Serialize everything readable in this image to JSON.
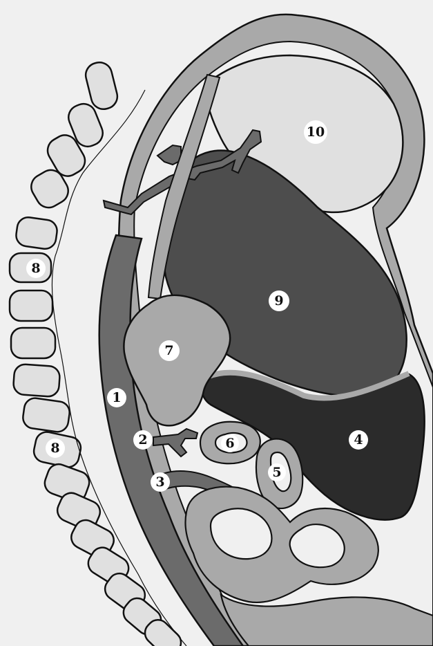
{
  "labels": {
    "l1": "1",
    "l2": "2",
    "l3": "3",
    "l4": "4",
    "l5": "5",
    "l6": "6",
    "l7": "7",
    "l8a": "8",
    "l8b": "8",
    "l9": "9",
    "l10": "10"
  },
  "colors": {
    "background": "#f0f0f0",
    "pale_fill": "#e0e0e0",
    "light_gray": "#a9a9a9",
    "mid_gray": "#6b6b6b",
    "dark_gray": "#4d4d4d",
    "darkest": "#2b2b2b",
    "outline": "#111111"
  }
}
